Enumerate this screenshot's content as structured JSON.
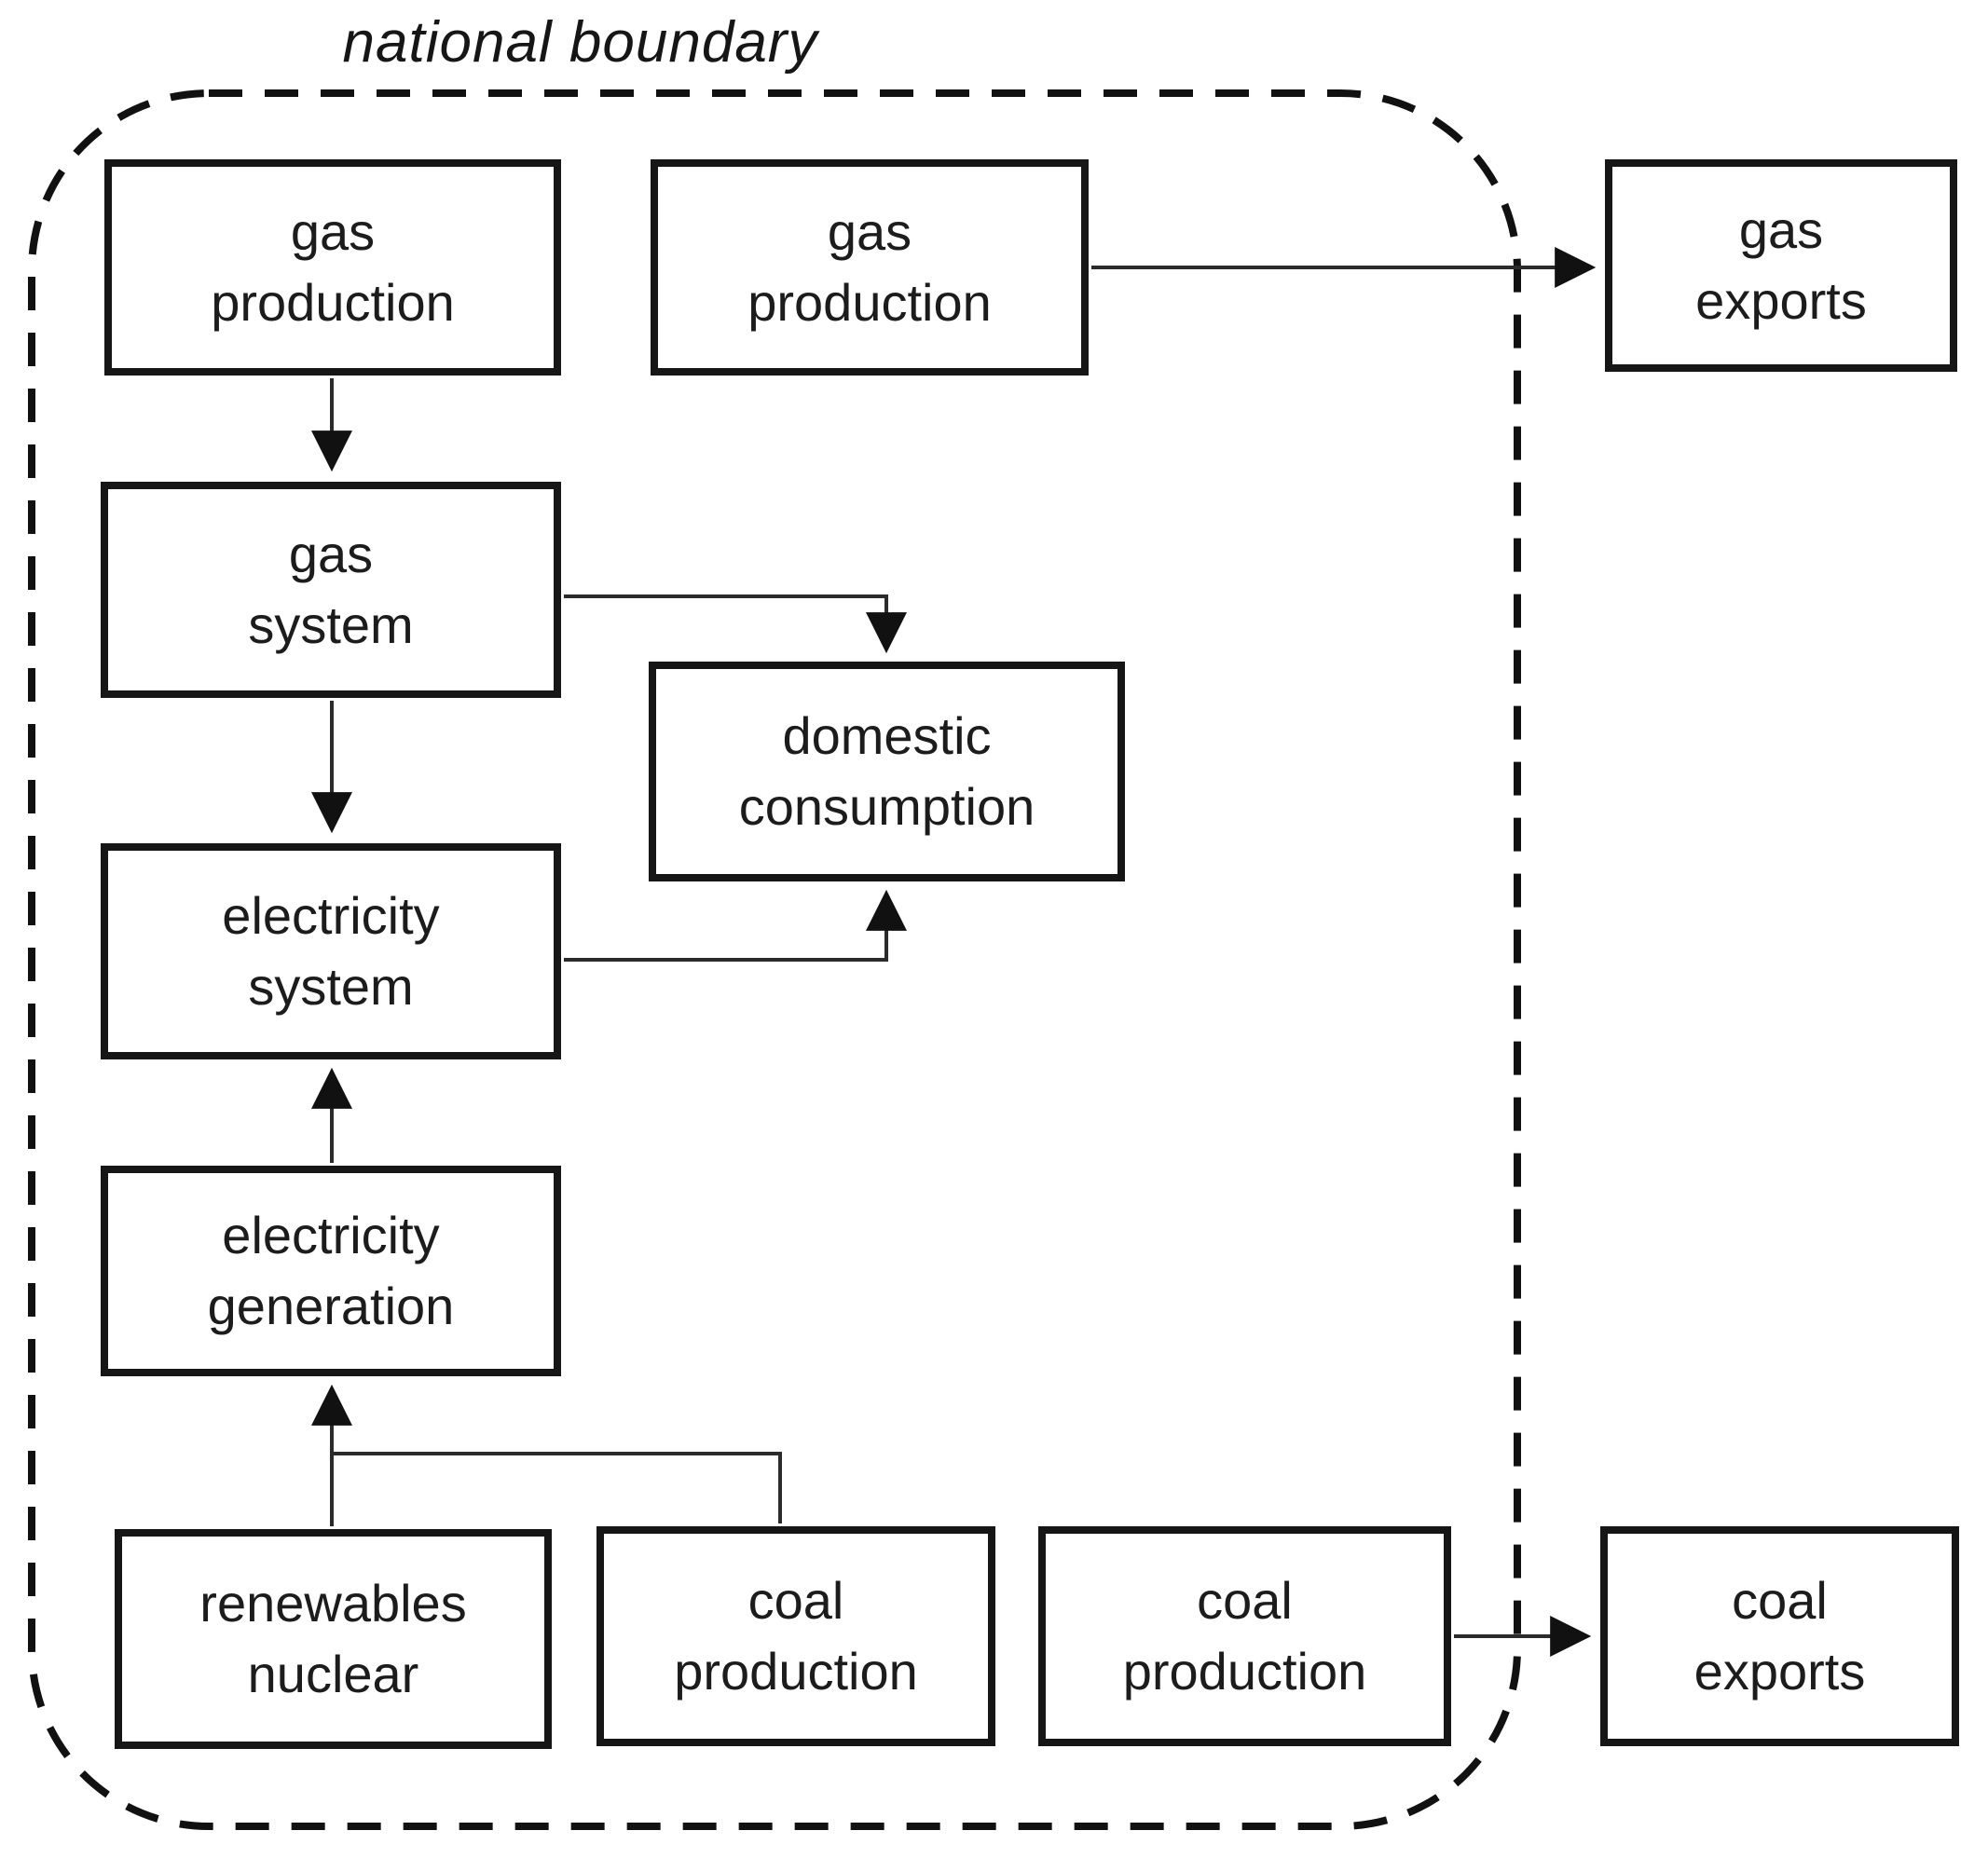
{
  "diagram": {
    "boundary_label": "national boundary",
    "nodes": [
      {
        "id": "gas-production-domestic",
        "label": "gas\nproduction"
      },
      {
        "id": "gas-production-export",
        "label": "gas\nproduction"
      },
      {
        "id": "gas-exports",
        "label": "gas\nexports"
      },
      {
        "id": "gas-system",
        "label": "gas\nsystem"
      },
      {
        "id": "domestic-consumption",
        "label": "domestic\nconsumption"
      },
      {
        "id": "electricity-system",
        "label": "electricity\nsystem"
      },
      {
        "id": "electricity-generation",
        "label": "electricity\ngeneration"
      },
      {
        "id": "renewables-nuclear",
        "label": "renewables\nnuclear"
      },
      {
        "id": "coal-production-domestic",
        "label": "coal\nproduction"
      },
      {
        "id": "coal-production-export",
        "label": "coal\nproduction"
      },
      {
        "id": "coal-exports",
        "label": "coal\nexports"
      }
    ],
    "edges": [
      {
        "from": "gas-production-domestic",
        "to": "gas-system"
      },
      {
        "from": "gas-production-export",
        "to": "gas-exports"
      },
      {
        "from": "gas-system",
        "to": "electricity-system"
      },
      {
        "from": "gas-system",
        "to": "domestic-consumption"
      },
      {
        "from": "electricity-system",
        "to": "domestic-consumption"
      },
      {
        "from": "electricity-generation",
        "to": "electricity-system"
      },
      {
        "from": "renewables-nuclear",
        "to": "electricity-generation"
      },
      {
        "from": "coal-production-domestic",
        "to": "electricity-generation"
      },
      {
        "from": "coal-production-export",
        "to": "coal-exports"
      }
    ],
    "colors": {
      "box_border": "#161616",
      "arrow_line": "#2b2b2b",
      "arrow_head": "#111111",
      "boundary_dash": "#111111",
      "background": "#ffffff"
    }
  }
}
